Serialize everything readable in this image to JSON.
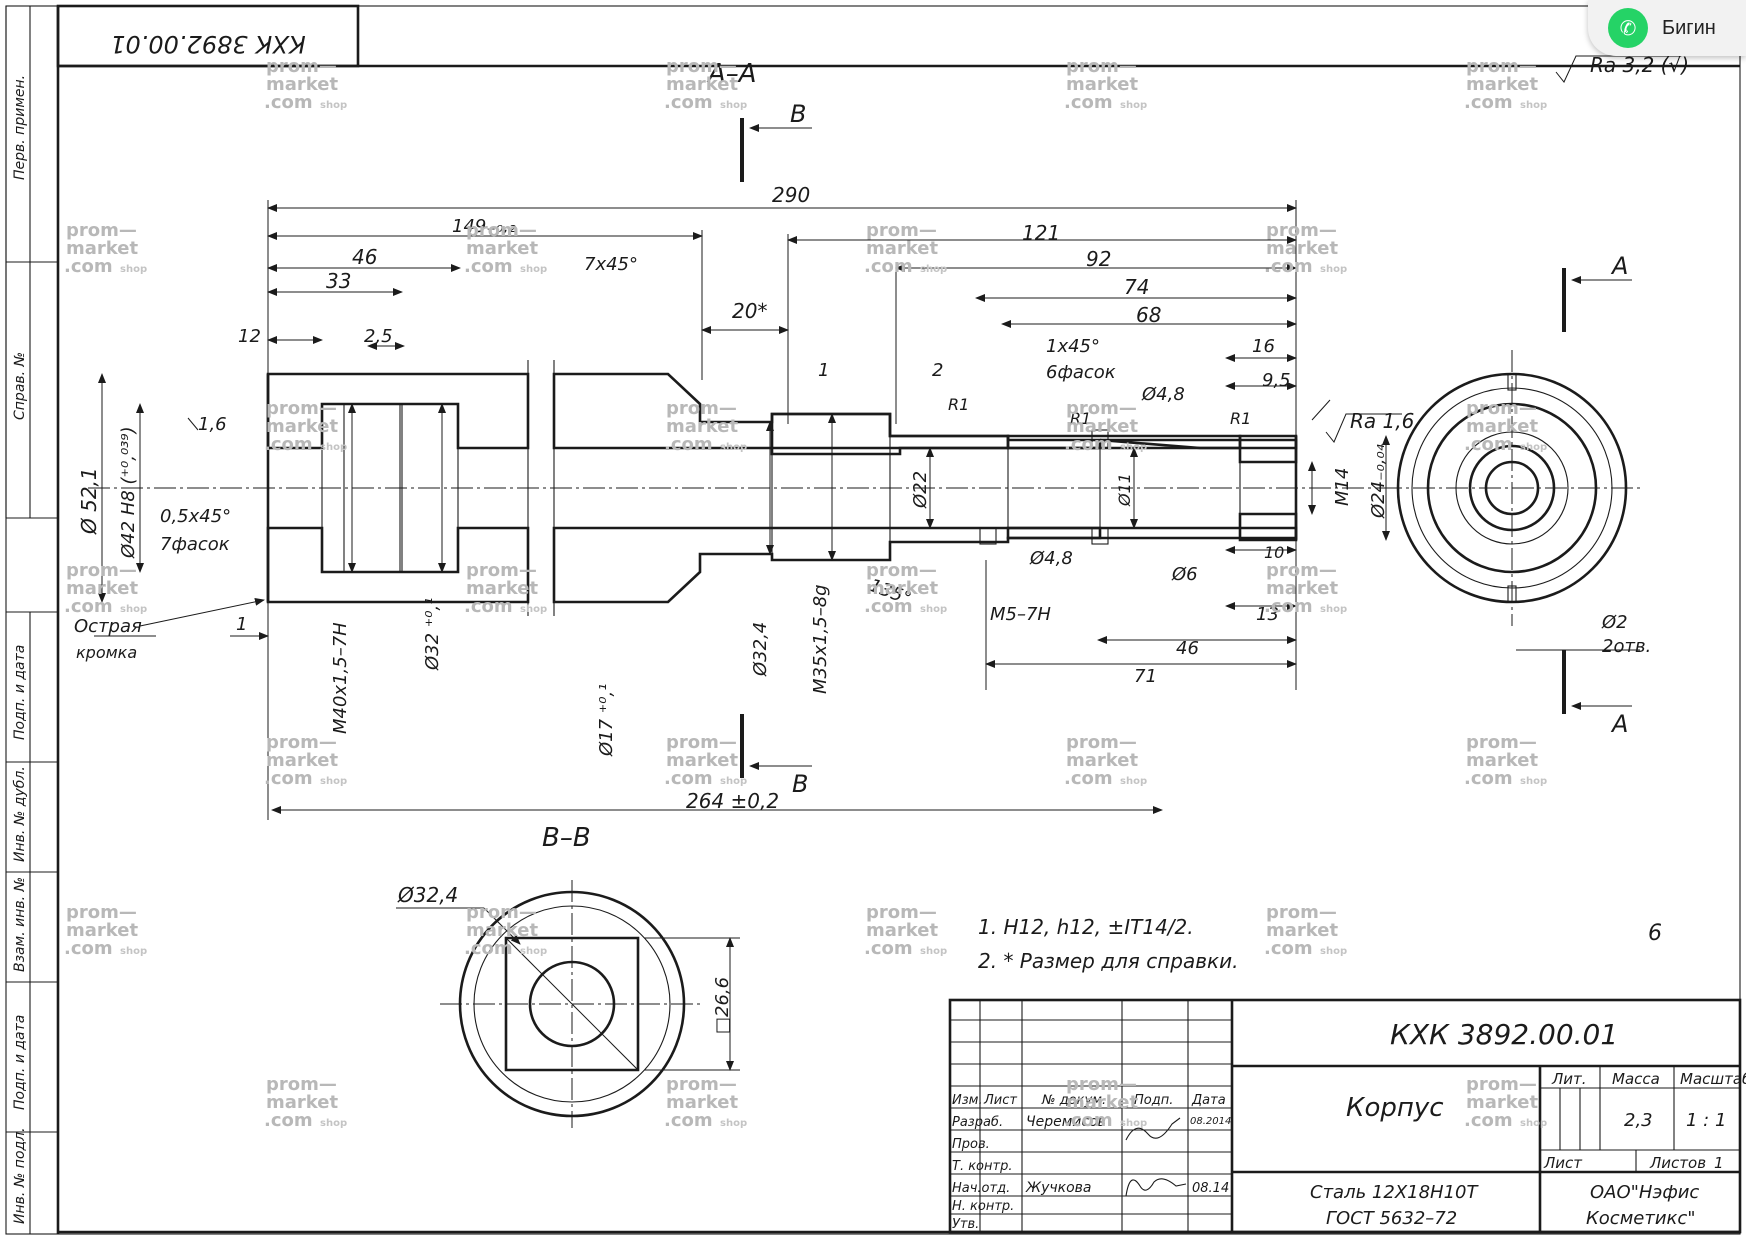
{
  "frame": {
    "designation_rotated": "КХК 3892.00.01",
    "side_labels": [
      "Перв. примен.",
      "Справ. №",
      "Подп. и дата",
      "Инв. № дубл.",
      "Взам. инв. №",
      "Подп. и дата",
      "Инв. № подл."
    ]
  },
  "views": {
    "section_aa": "А–А",
    "section_bb": "В–В",
    "cut_a": "А",
    "cut_b": "В"
  },
  "roughness": {
    "general": "Ra 3,2 (√)",
    "face": "Ra 1,6",
    "bore": "1,6"
  },
  "dimensions": {
    "total_length": "290",
    "d149": "149₋₀,₂",
    "d121": "121",
    "d46": "46",
    "d33": "33",
    "chamfer_7x45": "7х45°",
    "d92": "92",
    "d20": "20*",
    "d74": "74",
    "d68": "68",
    "d12": "12",
    "d2_5": "2,5",
    "chamfer_1x45": "1х45°",
    "chamfers_6": "6фасок",
    "d16": "16",
    "d1": "1",
    "d2": "2",
    "d9_5": "9,5",
    "r1a": "R1",
    "r1b": "R1",
    "r1c": "R1",
    "dia_4_8_top": "Ø4,8",
    "dia_52": "Ø 52,1",
    "dia_42": "Ø42 H8 (⁺⁰,⁰³⁹)",
    "chamfer_05x45": "0,5х45°",
    "chamfers_7": "7фасок",
    "dia_22": "Ø22",
    "dia_11": "Ø11",
    "m14": "M14",
    "dia_24": "Ø24₋₀,₀₄",
    "d10": "10",
    "dia_4_8_bot": "Ø4,8",
    "dia_6": "Ø6",
    "d13": "13",
    "angle_135": "135°",
    "sharp_edge_1": "Острая",
    "sharp_edge_2": "кромка",
    "d1_bottom": "1",
    "m5": "M5–7H",
    "d46_bottom": "46",
    "d71": "71",
    "dia_32": "Ø32 ⁺⁰,¹",
    "m40": "M40х1,5–7H",
    "dia_32_4": "Ø32,4",
    "m35": "M35х1,5–8g",
    "dia_17": "Ø17 ⁺⁰,¹",
    "d264": "264 ±0,2",
    "dia_2": "Ø2",
    "holes_2": "2отв.",
    "bb_dia": "Ø32,4",
    "bb_square": "□26,6"
  },
  "notes": [
    "1.   H12, h12, ±IT14/2.",
    "2.   * Размер для справки."
  ],
  "title_block": {
    "designation": "КХК 3892.00.01",
    "name": "Корпус",
    "material_1": "Сталь 12Х18Н10Т",
    "material_2": "ГОСТ 5632–72",
    "company_1": "ОАО\"Нэфис",
    "company_2": "Косметикс\"",
    "lit_header": "Лит.",
    "mass_header": "Масса",
    "scale_header": "Масштаб",
    "mass_value": "2,3",
    "scale_value": "1 : 1",
    "sheet_label": "Лист",
    "sheets_label": "Листов",
    "sheets_value": "1",
    "col_izm": "Изм.",
    "col_list": "Лист",
    "col_docum": "№ докум.",
    "col_podp": "Подп.",
    "col_data": "Дата",
    "row_razrab": "Разраб.",
    "row_prov": "Пров.",
    "row_tkontr": "Т. контр.",
    "row_nachotd": "Нач.отд.",
    "row_nkontr": "Н. контр.",
    "row_utv": "Утв.",
    "razrab_name": "Черемисов",
    "nachotd_name": "Жучкова",
    "razrab_date": "08.2014",
    "nachotd_date": "08.14"
  },
  "watermark": {
    "line1": "prom—",
    "line2": "market",
    "line3": ".com",
    "suffix": "shop"
  },
  "corner_mark": "6",
  "overlay": {
    "label": "Бигин",
    "color": "#25d366"
  }
}
